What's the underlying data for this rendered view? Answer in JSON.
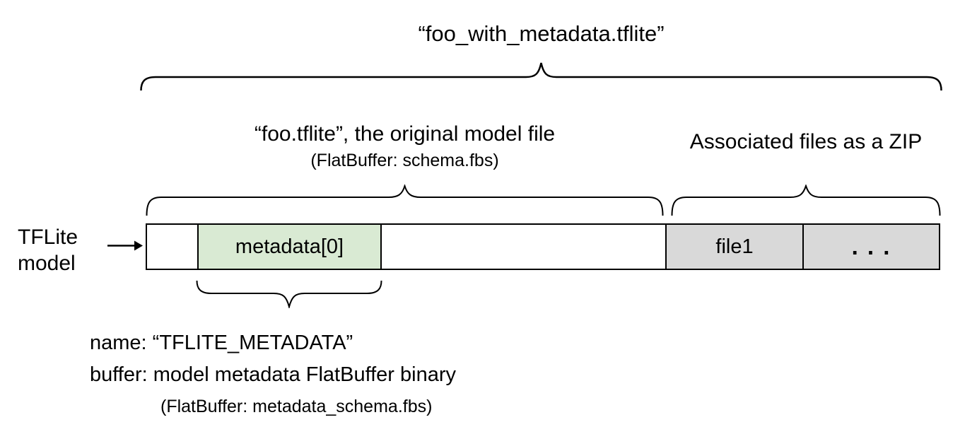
{
  "diagram": {
    "file_title": "“foo_with_metadata.tflite”",
    "model_section": {
      "label": "“foo.tflite”, the original model file",
      "sublabel": "(FlatBuffer: schema.fbs)"
    },
    "zip_section": {
      "label": "Associated files as a ZIP"
    },
    "pointer_label": {
      "line1": "TFLite",
      "line2": "model"
    },
    "bar": {
      "segments": [
        {
          "name": "header",
          "label": ""
        },
        {
          "name": "metadata",
          "label": "metadata[0]"
        },
        {
          "name": "model-body",
          "label": ""
        },
        {
          "name": "file1",
          "label": "file1"
        },
        {
          "name": "more-files",
          "label": ". . ."
        }
      ]
    },
    "metadata_annotation": {
      "name_line": "name: “TFLITE_METADATA”",
      "buffer_line": "buffer: model metadata FlatBuffer binary",
      "schema_line": "(FlatBuffer: metadata_schema.fbs)"
    },
    "colors": {
      "metadata_fill": "#d9ead3",
      "file_fill": "#d9d9d9",
      "stroke": "#000000",
      "background": "#ffffff"
    }
  }
}
